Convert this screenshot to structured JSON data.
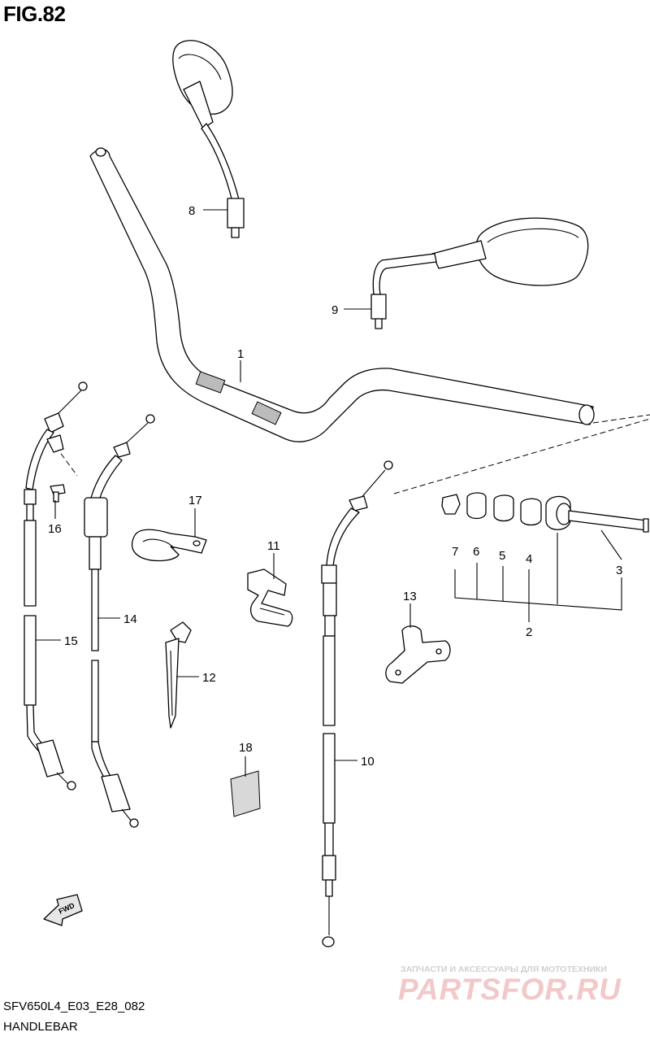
{
  "figure_label": "FIG.82",
  "model_code": "SFV650L4_E03_E28_082",
  "section_name": "HANDLEBAR",
  "fwd_label": "FWD",
  "callouts": [
    "1",
    "2",
    "3",
    "4",
    "5",
    "6",
    "7",
    "8",
    "9",
    "10",
    "11",
    "12",
    "13",
    "14",
    "15",
    "16",
    "17",
    "18"
  ],
  "watermark": {
    "tagline": "ЗАПЧАСТИ И АКСЕССУАРЫ ДЛЯ МОТОТЕХНИКИ",
    "brand": "PARTSFOR.RU"
  }
}
